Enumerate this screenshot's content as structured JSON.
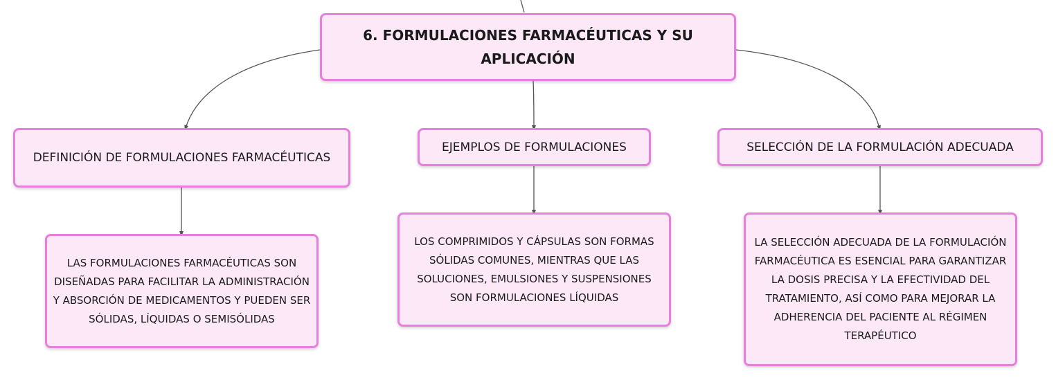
{
  "central": {
    "title": "6. FORMULACIONES FARMACÉUTICAS Y SU APLICACIÓN"
  },
  "branches": [
    {
      "label": "DEFINICIÓN DE FORMULACIONES FARMACÉUTICAS",
      "detail": "LAS FORMULACIONES FARMACÉUTICAS SON DISEÑADAS PARA FACILITAR LA ADMINISTRACIÓN Y ABSORCIÓN DE MEDICAMENTOS Y PUEDEN SER SÓLIDAS, LÍQUIDAS O SEMISÓLIDAS"
    },
    {
      "label": "EJEMPLOS DE FORMULACIONES",
      "detail": "LOS COMPRIMIDOS Y CÁPSULAS SON FORMAS SÓLIDAS COMUNES, MIENTRAS QUE LAS SOLUCIONES, EMULSIONES Y SUSPENSIONES SON FORMULACIONES LÍQUIDAS"
    },
    {
      "label": "SELECCIÓN DE LA FORMULACIÓN ADECUADA",
      "detail": "LA SELECCIÓN ADECUADA DE LA FORMULACIÓN FARMACÉUTICA ES ESENCIAL PARA GARANTIZAR LA DOSIS PRECISA Y LA EFECTIVIDAD DEL TRATAMIENTO, ASÍ COMO PARA MEJORAR LA ADHERENCIA DEL PACIENTE AL RÉGIMEN TERAPÉUTICO"
    }
  ],
  "colors": {
    "node_fill": "#fce8f7",
    "node_border": "#e97fdc",
    "connector": "#555555"
  }
}
